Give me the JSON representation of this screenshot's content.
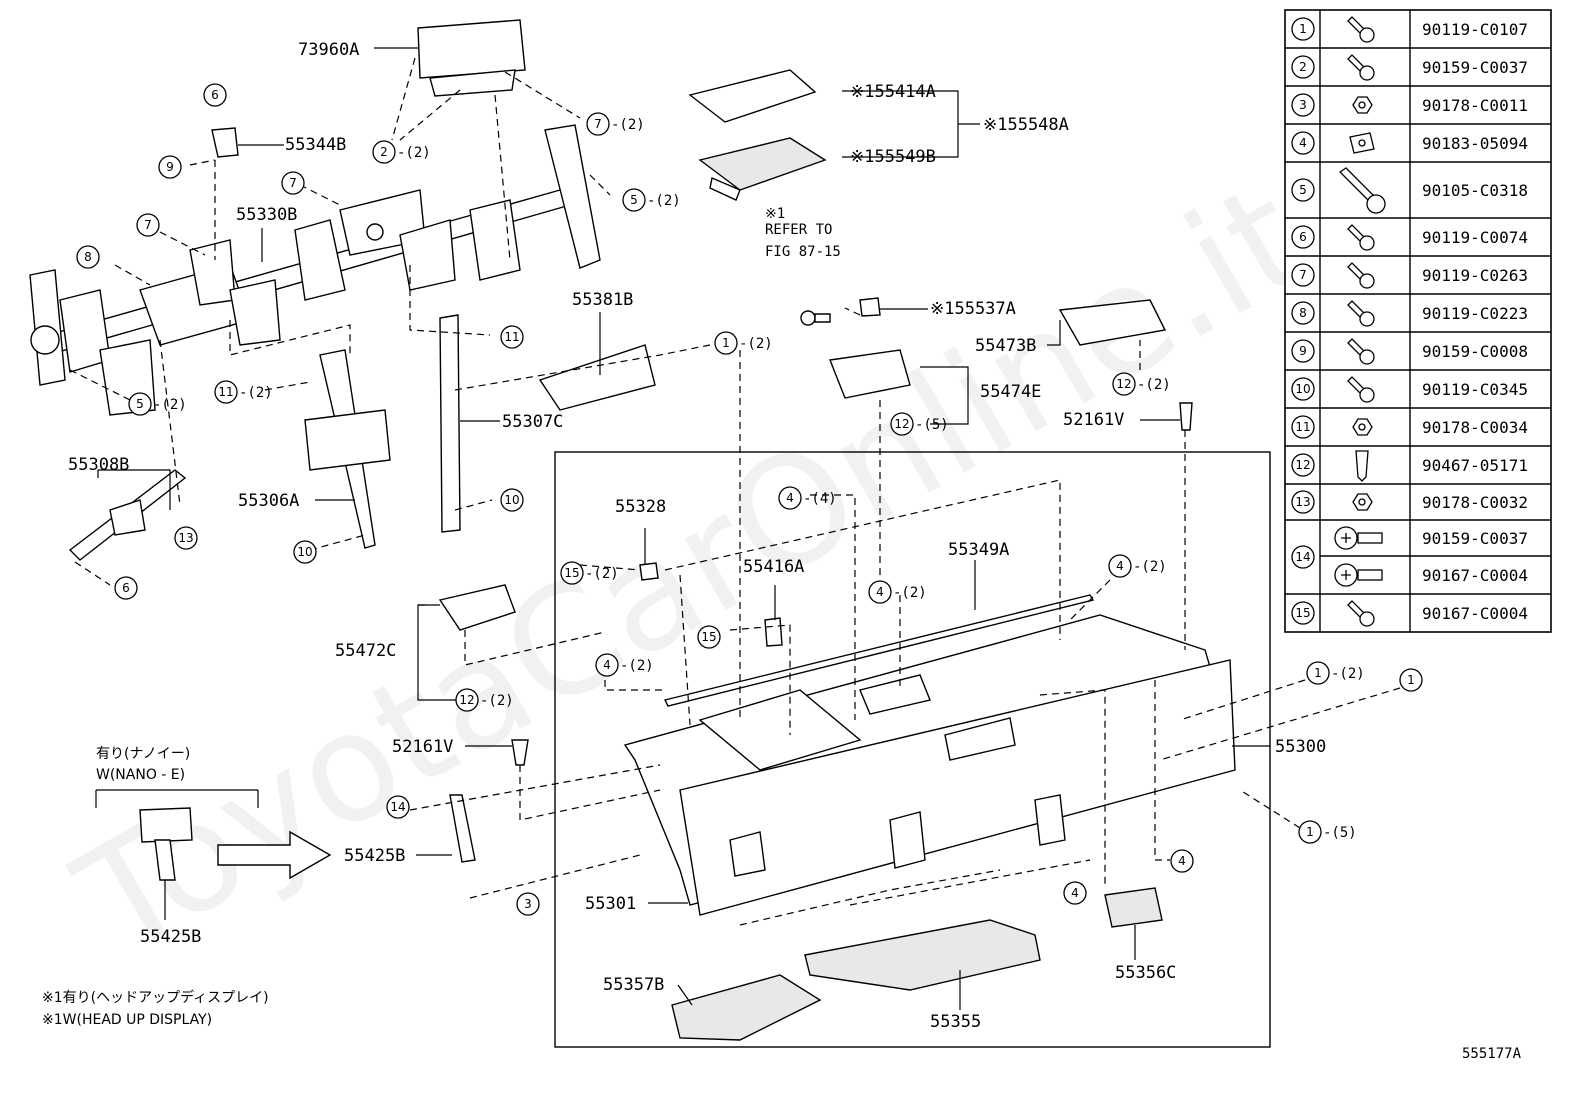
{
  "watermark": "ToyotaCarOnline.it",
  "figure_code": "555177A",
  "parts": {
    "p73960A": "73960A",
    "p55344B": "55344B",
    "p55330B": "55330B",
    "p55414A": "※155414A",
    "p55549B": "※155549B",
    "p55548A": "※155548A",
    "p55537A": "※155537A",
    "p55381B": "55381B",
    "p55307C": "55307C",
    "p55306A": "55306A",
    "p55308B": "55308B",
    "p55473B": "55473B",
    "p55474E": "55474E",
    "p52161V_r": "52161V",
    "p55328": "55328",
    "p55416A": "55416A",
    "p55349A": "55349A",
    "p55472C": "55472C",
    "p52161V_l": "52161V",
    "p55300": "55300",
    "p55425B_a": "55425B",
    "p55425B_b": "55425B",
    "p55301": "55301",
    "p55357B": "55357B",
    "p55355": "55355",
    "p55356C": "55356C"
  },
  "refer": {
    "l1": "※1",
    "l2": "REFER TO",
    "l3": "FIG 87-15"
  },
  "nano": {
    "l1": "有り(ナノイー)",
    "l2": "W(NANO - E)"
  },
  "footnotes": {
    "l1": "※1有り(ヘッドアップディスプレイ)",
    "l2": "※1W(HEAD UP DISPLAY)"
  },
  "callouts": {
    "c1": "1",
    "c2": "2",
    "c3": "3",
    "c4": "4",
    "c5": "5",
    "c6": "6",
    "c7": "7",
    "c8": "8",
    "c9": "9",
    "c10": "10",
    "c11": "11",
    "c12": "12",
    "c13": "13",
    "c14": "14",
    "c15": "15"
  },
  "qty": {
    "q2": "-(2)",
    "q4": "-(4)",
    "q5": "-(5)"
  },
  "fastener_table": [
    {
      "no": "1",
      "part": "90119-C0107",
      "icon": "bolt-icon"
    },
    {
      "no": "2",
      "part": "90159-C0037",
      "icon": "bolt-icon"
    },
    {
      "no": "3",
      "part": "90178-C0011",
      "icon": "nut-icon"
    },
    {
      "no": "4",
      "part": "90183-05094",
      "icon": "clip-nut-icon"
    },
    {
      "no": "5",
      "part": "90105-C0318",
      "icon": "long-bolt-icon"
    },
    {
      "no": "6",
      "part": "90119-C0074",
      "icon": "bolt-icon"
    },
    {
      "no": "7",
      "part": "90119-C0263",
      "icon": "bolt-icon"
    },
    {
      "no": "8",
      "part": "90119-C0223",
      "icon": "bolt-icon"
    },
    {
      "no": "9",
      "part": "90159-C0008",
      "icon": "bolt-icon"
    },
    {
      "no": "10",
      "part": "90119-C0345",
      "icon": "bolt-icon"
    },
    {
      "no": "11",
      "part": "90178-C0034",
      "icon": "nut-icon"
    },
    {
      "no": "12",
      "part": "90467-05171",
      "icon": "clip-icon"
    },
    {
      "no": "13",
      "part": "90178-C0032",
      "icon": "nut-icon"
    },
    {
      "no": "14a",
      "part": "90159-C0037",
      "icon": "screw-icon"
    },
    {
      "no": "14b",
      "part": "90167-C0004",
      "icon": "screw-icon"
    },
    {
      "no": "15",
      "part": "90167-C0004",
      "icon": "bolt-icon"
    }
  ],
  "fastener_table_group_14_label": "14"
}
